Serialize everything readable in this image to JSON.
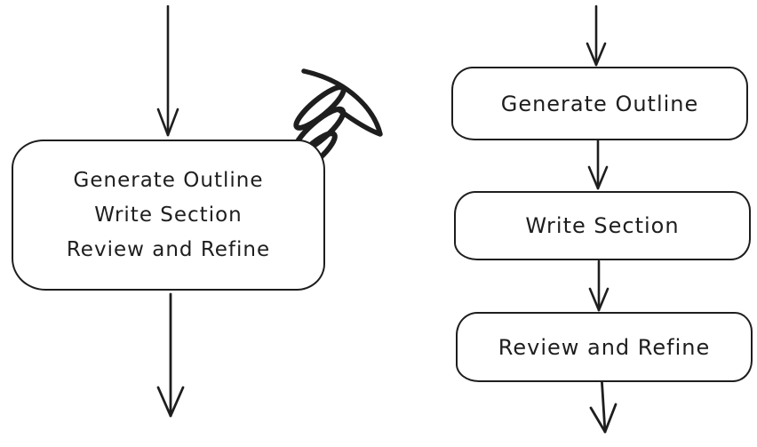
{
  "diagram": {
    "background": "#ffffff",
    "stroke_color": "#1e1e1e",
    "left_flow": {
      "description": "single combined step box, crossed with scribble",
      "box_lines": [
        "Generate Outline",
        "Write Section",
        "Review and Refine"
      ],
      "scribble_icon": "scribble-mark"
    },
    "right_flow": {
      "description": "three sequential step boxes",
      "boxes": [
        "Generate Outline",
        "Write Section",
        "Review and Refine"
      ]
    },
    "arrow_icon": "down-arrow"
  }
}
